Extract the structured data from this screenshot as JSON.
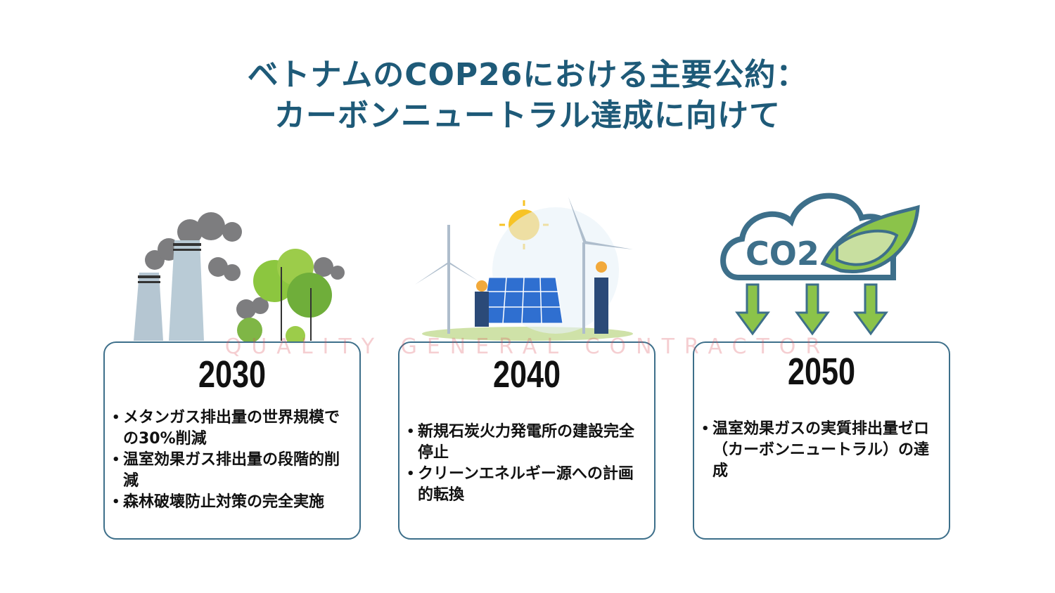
{
  "title": {
    "line1": "ベトナムのCOP26における主要公約：",
    "line2": "カーボンニュートラル達成に向けて"
  },
  "watermark": {
    "text": "QUALITY GENERAL CONTRACTOR"
  },
  "colors": {
    "title": "#1e5a78",
    "card_border": "#3d6f8a",
    "leaf_green": "#7fb646",
    "arrow_green": "#8bc34a"
  },
  "cards": [
    {
      "year": "2030",
      "items": [
        "メタンガス排出量の世界規模での30%削減",
        "温室効果ガス排出量の段階的削減",
        "森林破壊防止対策の完全実施"
      ],
      "illustration": "factory-smoke-trees-icon"
    },
    {
      "year": "2040",
      "items": [
        "新規石炭火力発電所の建設完全停止",
        "クリーンエネルギー源への計画的転換"
      ],
      "illustration": "solar-wind-workers-icon"
    },
    {
      "year": "2050",
      "items": [
        "温室効果ガスの実質排出量ゼロ（カーボンニュートラル）の達成"
      ],
      "illustration": "co2-cloud-leaf-arrows-icon",
      "cloud_text": "CO2"
    }
  ]
}
